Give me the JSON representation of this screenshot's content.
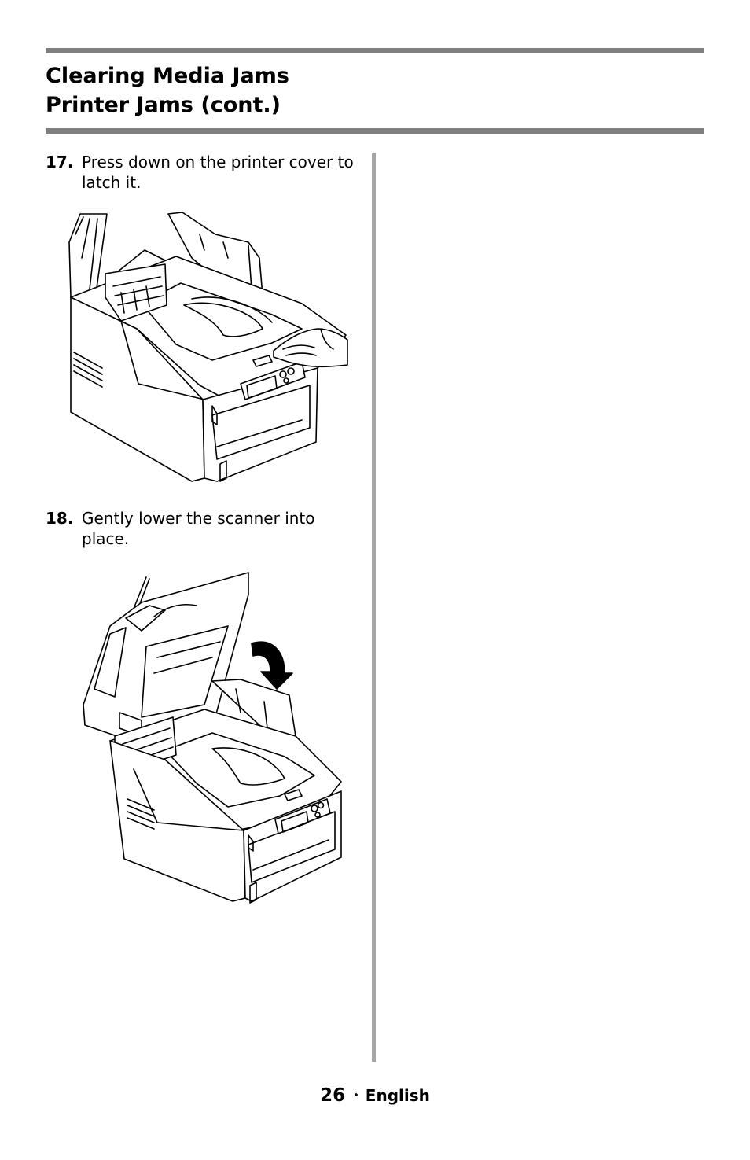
{
  "header": {
    "title_line1": "Clearing Media Jams",
    "title_line2": "Printer Jams  (cont.)"
  },
  "steps": [
    {
      "number": "17.",
      "text": "Press down on the printer cover to latch it.",
      "illustration_icon": "printer-cover-press-illustration"
    },
    {
      "number": "18.",
      "text": "Gently lower the scanner into place.",
      "illustration_icon": "scanner-lowering-illustration"
    }
  ],
  "footer": {
    "page_number": "26",
    "separator": "•",
    "language": "English"
  },
  "colors": {
    "rule": "#7f7f7f",
    "divider": "#a6a6a6",
    "text": "#000000"
  }
}
